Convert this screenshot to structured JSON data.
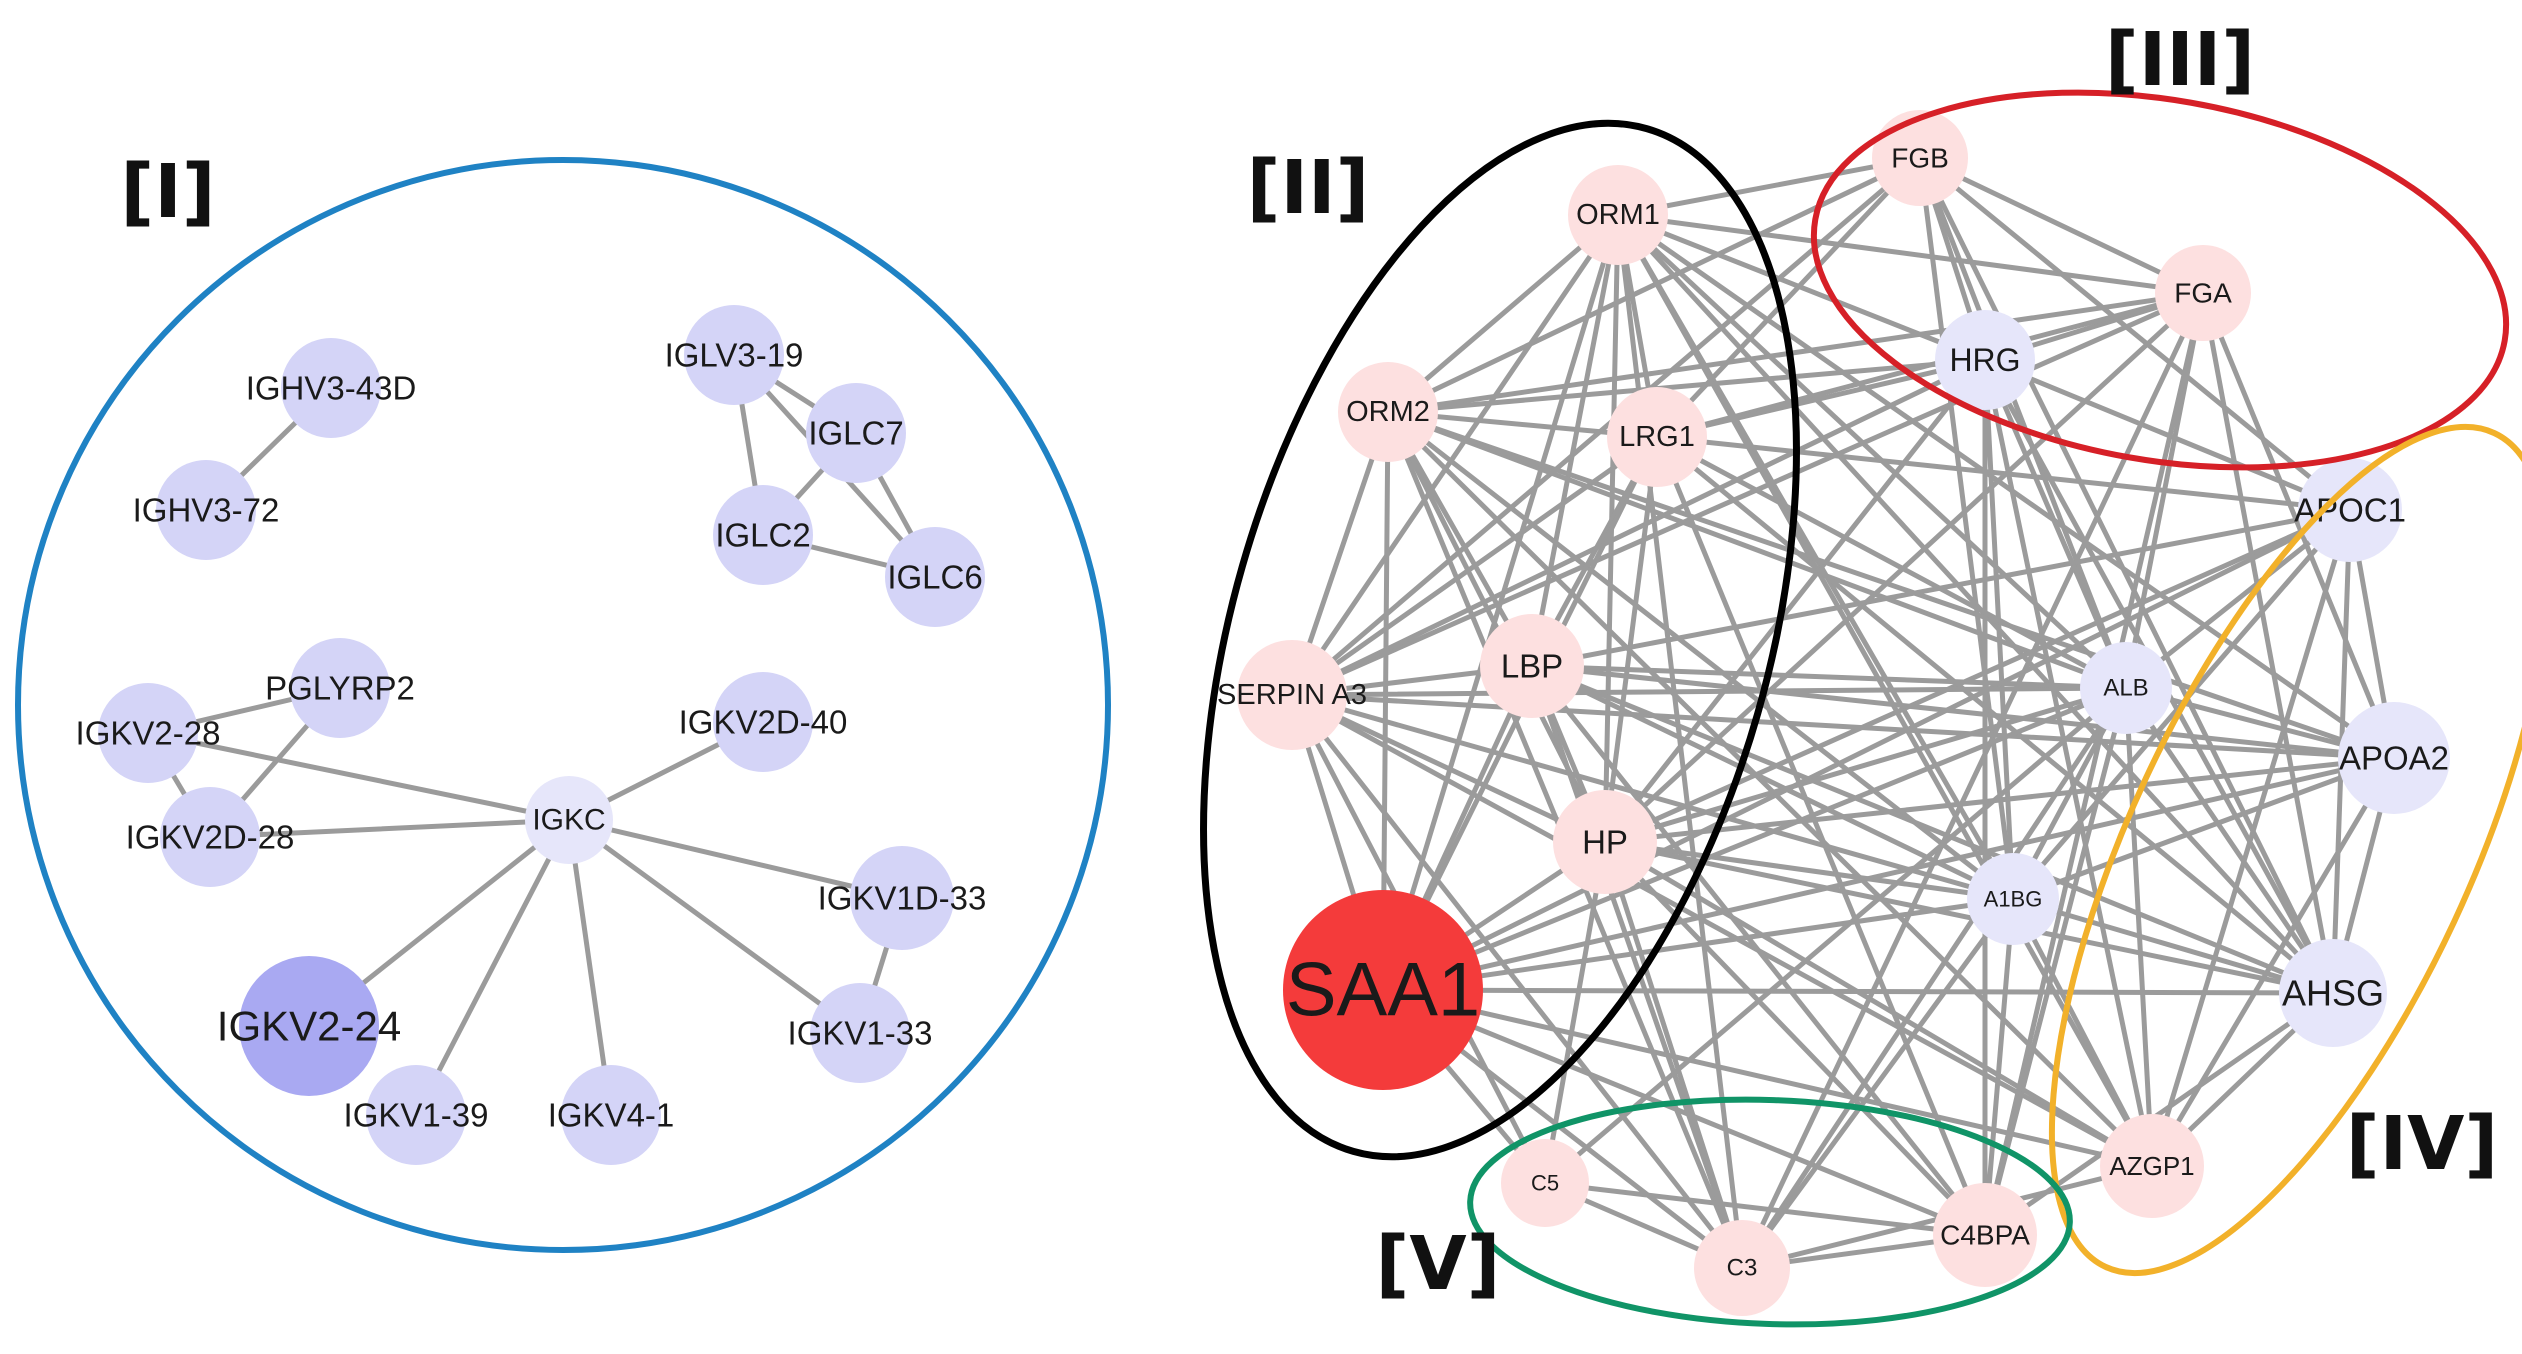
{
  "colors": {
    "edge": "#9b9b9b",
    "node_blue": "#d4d4f7",
    "node_blue_light": "#e6e6fa",
    "node_blue_dark": "#a9a9f2",
    "node_pink": "#fde0e0",
    "node_red": "#f43b3b",
    "ellipse_I": "#1f82c4",
    "ellipse_II": "#000000",
    "ellipse_III": "#d62027",
    "ellipse_IV": "#f2b12a",
    "ellipse_V": "#109467"
  },
  "cluster_labels": {
    "I": "[I]",
    "II": "[II]",
    "III": "[III]",
    "IV": "[IV]",
    "V": "[V]"
  },
  "networks": [
    {
      "id": "left",
      "nodes": [
        {
          "id": "IGHV3-43D",
          "label": "IGHV3-43D",
          "color": "node_blue"
        },
        {
          "id": "IGHV3-72",
          "label": "IGHV3-72",
          "color": "node_blue"
        },
        {
          "id": "IGLV3-19",
          "label": "IGLV3-19",
          "color": "node_blue"
        },
        {
          "id": "IGLC7",
          "label": "IGLC7",
          "color": "node_blue"
        },
        {
          "id": "IGLC2",
          "label": "IGLC2",
          "color": "node_blue"
        },
        {
          "id": "IGLC6",
          "label": "IGLC6",
          "color": "node_blue"
        },
        {
          "id": "PGLYRP2",
          "label": "PGLYRP2",
          "color": "node_blue"
        },
        {
          "id": "IGKV2-28",
          "label": "IGKV2-28",
          "color": "node_blue"
        },
        {
          "id": "IGKV2D-28",
          "label": "IGKV2D-28",
          "color": "node_blue"
        },
        {
          "id": "IGKV2D-40",
          "label": "IGKV2D-40",
          "color": "node_blue"
        },
        {
          "id": "IGKC",
          "label": "IGKC",
          "color": "node_blue_light"
        },
        {
          "id": "IGKV1D-33",
          "label": "IGKV1D-33",
          "color": "node_blue"
        },
        {
          "id": "IGKV2-24",
          "label": "IGKV2-24",
          "color": "node_blue_dark"
        },
        {
          "id": "IGKV1-33",
          "label": "IGKV1-33",
          "color": "node_blue"
        },
        {
          "id": "IGKV1-39",
          "label": "IGKV1-39",
          "color": "node_blue"
        },
        {
          "id": "IGKV4-1",
          "label": "IGKV4-1",
          "color": "node_blue"
        }
      ],
      "edges": [
        [
          "IGHV3-43D",
          "IGHV3-72"
        ],
        [
          "IGLV3-19",
          "IGLC7"
        ],
        [
          "IGLV3-19",
          "IGLC2"
        ],
        [
          "IGLV3-19",
          "IGLC6"
        ],
        [
          "IGLC7",
          "IGLC2"
        ],
        [
          "IGLC7",
          "IGLC6"
        ],
        [
          "IGLC2",
          "IGLC6"
        ],
        [
          "PGLYRP2",
          "IGKV2-28"
        ],
        [
          "PGLYRP2",
          "IGKV2D-28"
        ],
        [
          "IGKV2-28",
          "IGKV2D-28"
        ],
        [
          "IGKV2-28",
          "IGKC"
        ],
        [
          "IGKV2D-28",
          "IGKC"
        ],
        [
          "IGKV2D-40",
          "IGKC"
        ],
        [
          "IGKV1D-33",
          "IGKC"
        ],
        [
          "IGKV1D-33",
          "IGKV1-33"
        ],
        [
          "IGKC",
          "IGKV2-24"
        ],
        [
          "IGKC",
          "IGKV1-39"
        ],
        [
          "IGKC",
          "IGKV4-1"
        ],
        [
          "IGKC",
          "IGKV1-33"
        ]
      ]
    },
    {
      "id": "right",
      "nodes": [
        {
          "id": "FGB",
          "label": "FGB",
          "color": "node_pink"
        },
        {
          "id": "ORM1",
          "label": "ORM1",
          "color": "node_pink"
        },
        {
          "id": "FGA",
          "label": "FGA",
          "color": "node_pink"
        },
        {
          "id": "HRG",
          "label": "HRG",
          "color": "node_blue_light"
        },
        {
          "id": "ORM2",
          "label": "ORM2",
          "color": "node_pink"
        },
        {
          "id": "LRG1",
          "label": "LRG1",
          "color": "node_pink"
        },
        {
          "id": "APOC1",
          "label": "APOC1",
          "color": "node_blue_light"
        },
        {
          "id": "SERPINA3",
          "label": "SERPIN A3",
          "color": "node_pink"
        },
        {
          "id": "LBP",
          "label": "LBP",
          "color": "node_pink"
        },
        {
          "id": "ALB",
          "label": "ALB",
          "color": "node_blue_light"
        },
        {
          "id": "APOA2",
          "label": "APOA2",
          "color": "node_blue_light"
        },
        {
          "id": "HP",
          "label": "HP",
          "color": "node_pink"
        },
        {
          "id": "A1BG",
          "label": "A1BG",
          "color": "node_blue_light"
        },
        {
          "id": "SAA1",
          "label": "SAA1",
          "color": "node_red"
        },
        {
          "id": "AHSG",
          "label": "AHSG",
          "color": "node_blue_light"
        },
        {
          "id": "AZGP1",
          "label": "AZGP1",
          "color": "node_pink"
        },
        {
          "id": "C5",
          "label": "C5",
          "color": "node_pink"
        },
        {
          "id": "C4BPA",
          "label": "C4BPA",
          "color": "node_pink"
        },
        {
          "id": "C3",
          "label": "C3",
          "color": "node_pink"
        }
      ]
    }
  ]
}
